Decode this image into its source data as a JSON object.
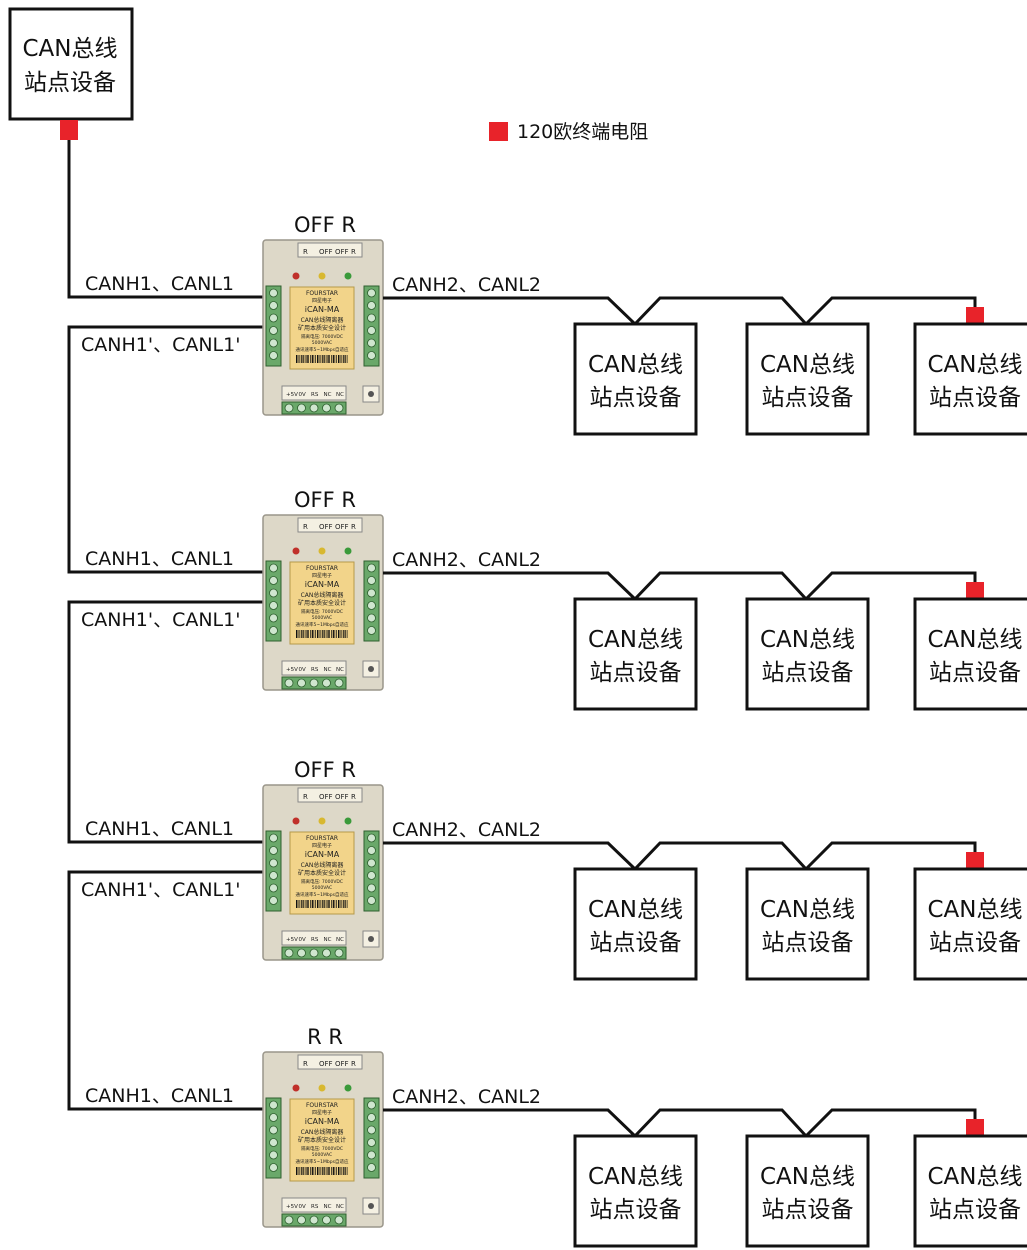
{
  "legend": {
    "label": "120欧终端电阻",
    "color": "#e8232a"
  },
  "top_device": {
    "line1": "CAN总线",
    "line2": "站点设备"
  },
  "station": {
    "line1": "CAN总线",
    "line2": "站点设备"
  },
  "module": {
    "brand": "FOURSTAR",
    "brand_sub": "四星电子",
    "model": "iCAN-MA",
    "desc1": "CAN总线隔离器",
    "desc2": "矿用本质安全设计",
    "spec1": "隔离电压: 7000VDC",
    "spec2": "5000VAC",
    "spec3": "通讯速率5~1Mbps自适应",
    "dip": [
      "R",
      "OFF",
      "OFF",
      "R"
    ],
    "terminals": [
      "+5V",
      "0V",
      "RS",
      "NC",
      "NC"
    ]
  },
  "repeaters": [
    {
      "switch_label": "OFF  R",
      "left_in": "CANH1、CANL1",
      "left_out": "CANH1'、CANL1'",
      "right": "CANH2、CANL2"
    },
    {
      "switch_label": "OFF  R",
      "left_in": "CANH1、CANL1",
      "left_out": "CANH1'、CANL1'",
      "right": "CANH2、CANL2"
    },
    {
      "switch_label": "OFF  R",
      "left_in": "CANH1、CANL1",
      "left_out": "CANH1'、CANL1'",
      "right": "CANH2、CANL2"
    },
    {
      "switch_label": "R    R",
      "left_in": "CANH1、CANL1",
      "left_out": "",
      "right": "CANH2、CANL2"
    }
  ],
  "colors": {
    "line": "#111111",
    "module_body": "#ddd8c8",
    "label_panel": "#f2d48a",
    "terminal_green": "#5a9a5a"
  }
}
